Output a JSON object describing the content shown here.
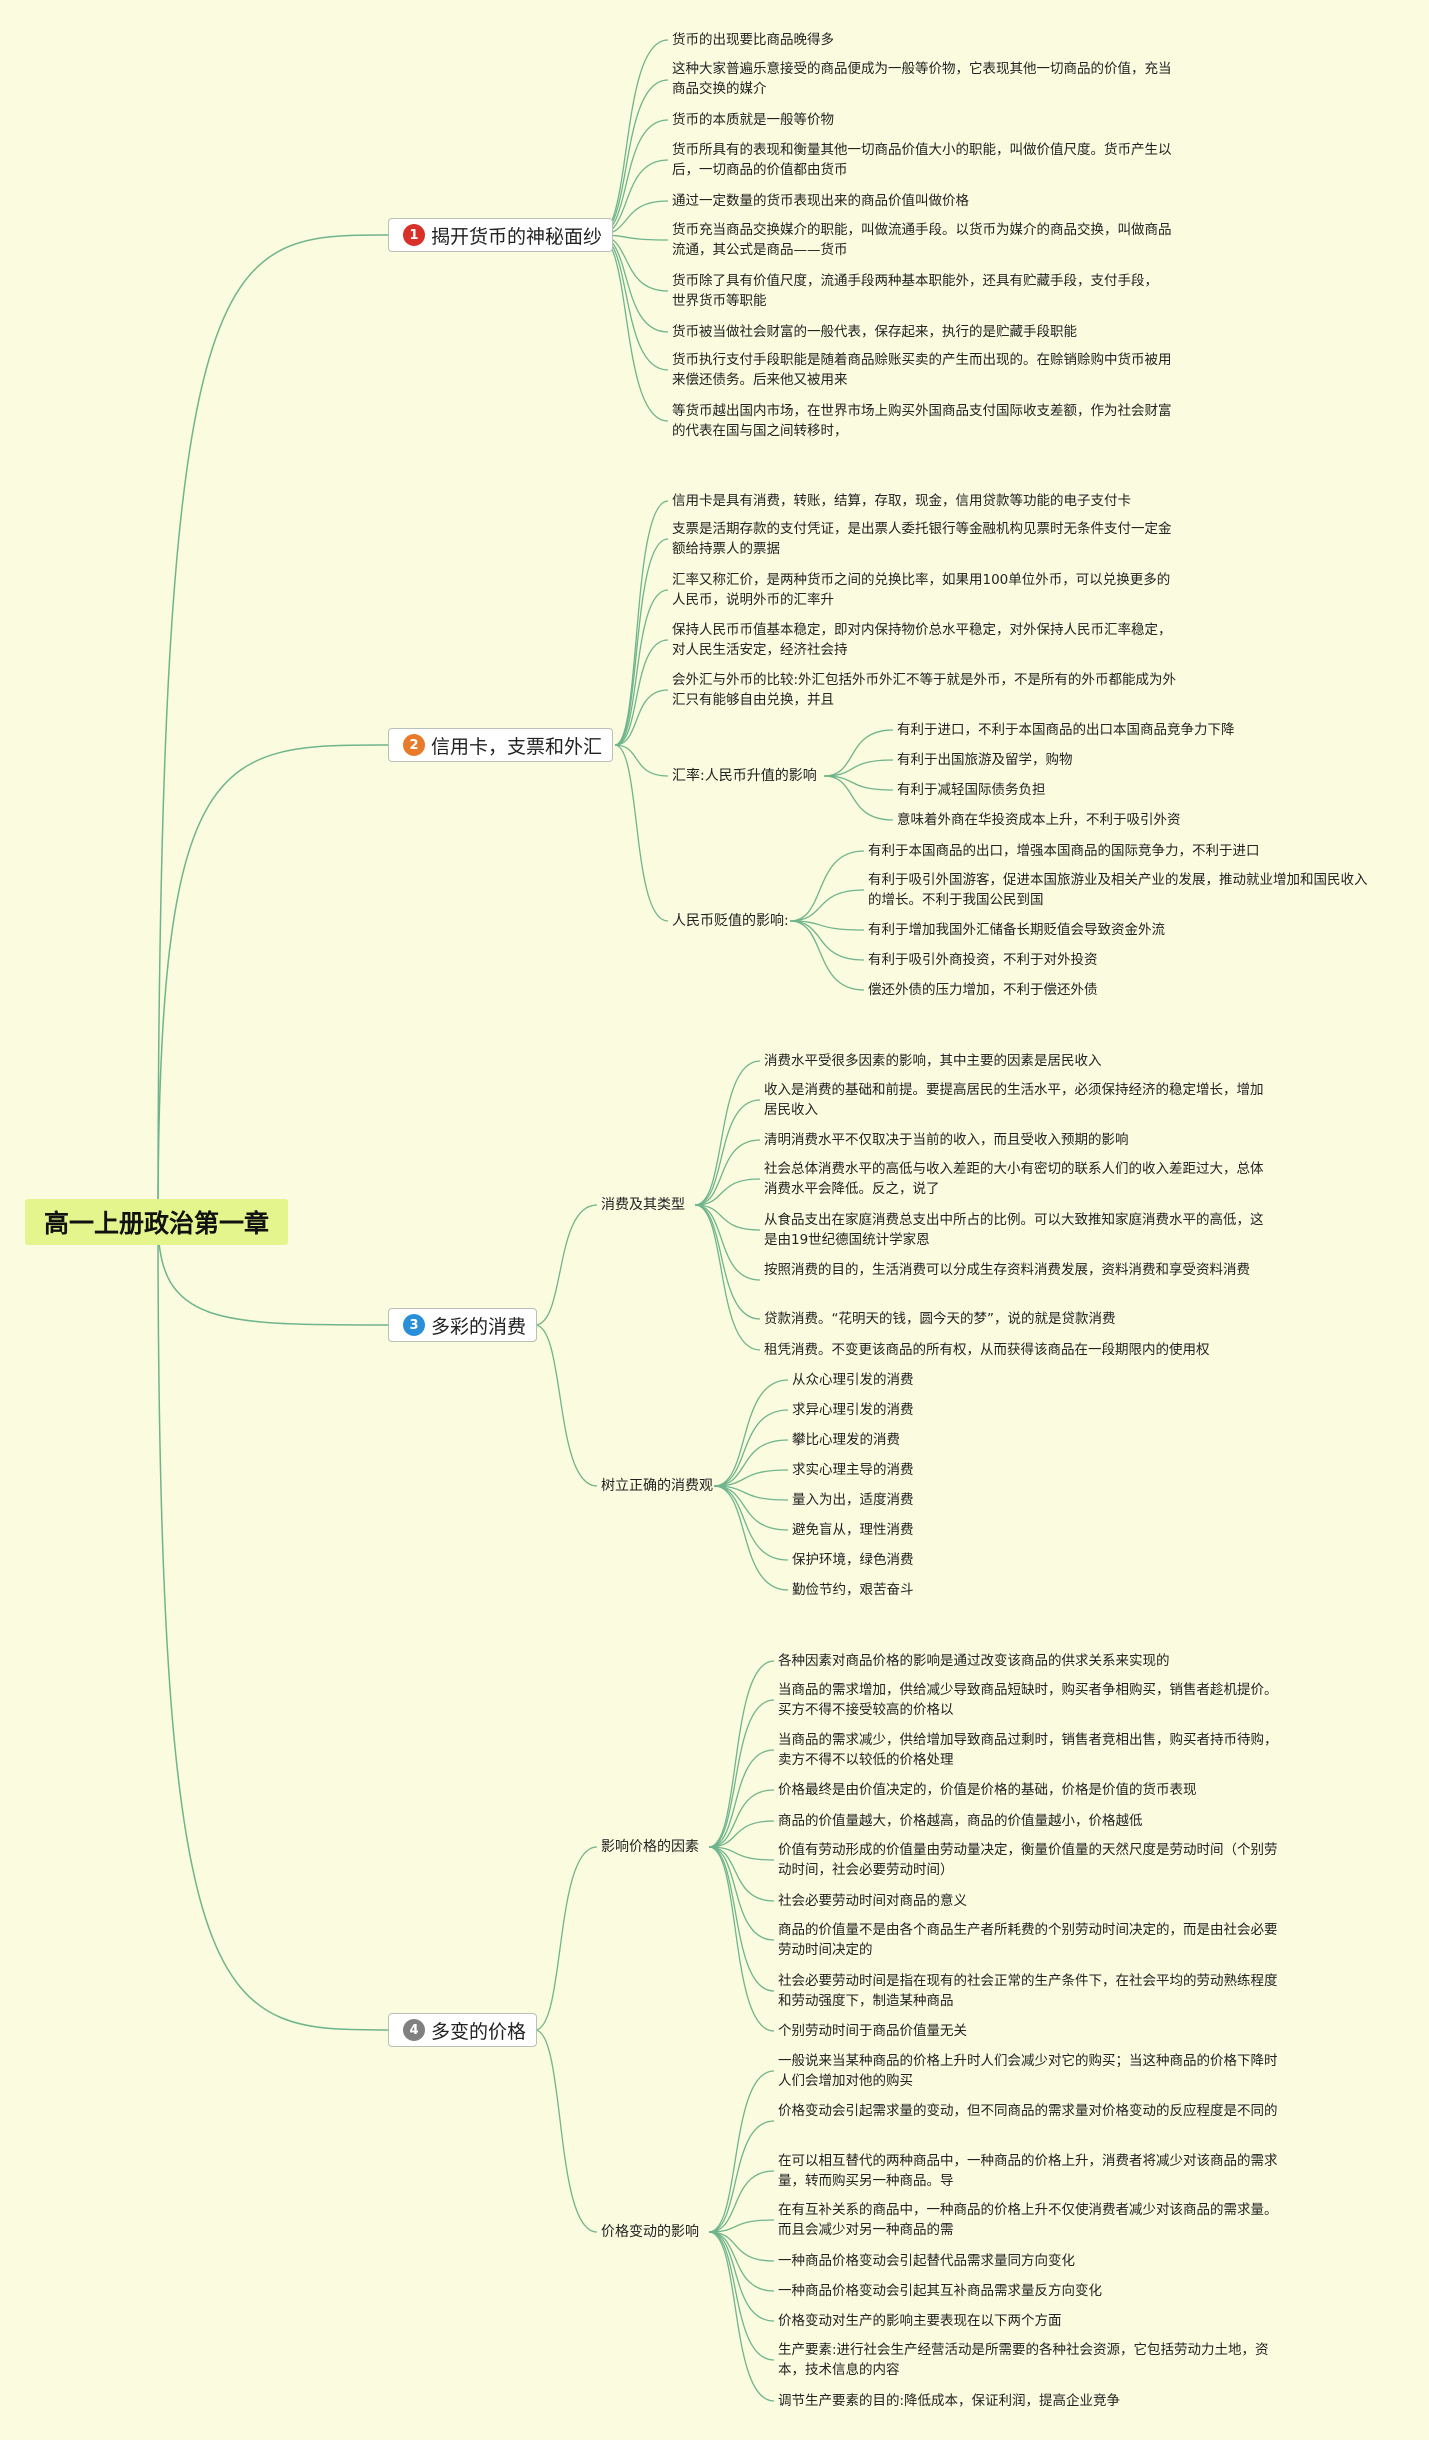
{
  "root": "高一上册政治第一章",
  "colors": {
    "line": "#6fb58c",
    "root_bg": "#e3f58c",
    "badge1": "#d9302a",
    "badge2": "#e87a2a",
    "badge3": "#2a8fd9",
    "badge4": "#808080"
  },
  "sections": [
    {
      "num": "1",
      "title": "揭开货币的神秘面纱",
      "leaves": [
        "货币的出现要比商品晚得多",
        "这种大家普遍乐意接受的商品便成为一般等价物，它表现其他一切商品的价值，充当商品交换的媒介",
        "货币的本质就是一般等价物",
        "货币所具有的表现和衡量其他一切商品价值大小的职能，叫做价值尺度。货币产生以后，一切商品的价值都由货币",
        "通过一定数量的货币表现出来的商品价值叫做价格",
        "货币充当商品交换媒介的职能，叫做流通手段。以货币为媒介的商品交换，叫做商品流通，其公式是商品——货币",
        "货币除了具有价值尺度，流通手段两种基本职能外，还具有贮藏手段，支付手段，世界货币等职能",
        "货币被当做社会财富的一般代表，保存起来，执行的是贮藏手段职能",
        "货币执行支付手段职能是随着商品赊账买卖的产生而出现的。在赊销赊购中货币被用来偿还债务。后来他又被用来",
        "等货币越出国内市场，在世界市场上购买外国商品支付国际收支差额，作为社会财富的代表在国与国之间转移时，"
      ]
    },
    {
      "num": "2",
      "title": "信用卡，支票和外汇",
      "leaves": [
        "信用卡是具有消费，转账，结算，存取，现金，信用贷款等功能的电子支付卡",
        "支票是活期存款的支付凭证，是出票人委托银行等金融机构见票时无条件支付一定金额给持票人的票据",
        "汇率又称汇价，是两种货币之间的兑换比率，如果用100单位外币，可以兑换更多的人民币，说明外币的汇率升",
        "保持人民币币值基本稳定，即对内保持物价总水平稳定，对外保持人民币汇率稳定，对人民生活安定，经济社会持",
        "会外汇与外币的比较:外汇包括外币外汇不等于就是外币，不是所有的外币都能成为外汇只有能够自由兑换，并且"
      ],
      "groups": [
        {
          "title": "汇率:人民币升值的影响",
          "items": [
            "有利于进口，不利于本国商品的出口本国商品竞争力下降",
            "有利于出国旅游及留学，购物",
            "有利于减轻国际债务负担",
            "意味着外商在华投资成本上升，不利于吸引外资"
          ]
        },
        {
          "title": "人民币贬值的影响:",
          "items": [
            "有利于本国商品的出口，增强本国商品的国际竞争力，不利于进口",
            "有利于吸引外国游客，促进本国旅游业及相关产业的发展，推动就业增加和国民收入的增长。不利于我国公民到国",
            "有利于增加我国外汇储备长期贬值会导致资金外流",
            "有利于吸引外商投资，不利于对外投资",
            "偿还外债的压力增加，不利于偿还外债"
          ]
        }
      ]
    },
    {
      "num": "3",
      "title": "多彩的消费",
      "groups": [
        {
          "title": "消费及其类型",
          "items": [
            "消费水平受很多因素的影响，其中主要的因素是居民收入",
            "收入是消费的基础和前提。要提高居民的生活水平，必须保持经济的稳定增长，增加居民收入",
            "清明消费水平不仅取决于当前的收入，而且受收入预期的影响",
            "社会总体消费水平的高低与收入差距的大小有密切的联系人们的收入差距过大，总体消费水平会降低。反之，说了",
            "从食品支出在家庭消费总支出中所占的比例。可以大致推知家庭消费水平的高低，这是由19世纪德国统计学家恩",
            "按照消费的目的，生活消费可以分成生存资料消费发展，资料消费和享受资料消费",
            "贷款消费。“花明天的钱，圆今天的梦”，说的就是贷款消费",
            "租凭消费。不变更该商品的所有权，从而获得该商品在一段期限内的使用权"
          ]
        },
        {
          "title": "树立正确的消费观",
          "items": [
            "从众心理引发的消费",
            "求异心理引发的消费",
            "攀比心理发的消费",
            "求实心理主导的消费",
            "量入为出，适度消费",
            "避免盲从，理性消费",
            "保护环境，绿色消费",
            "勤俭节约，艰苦奋斗"
          ]
        }
      ]
    },
    {
      "num": "4",
      "title": "多变的价格",
      "groups": [
        {
          "title": "影响价格的因素",
          "items": [
            "各种因素对商品价格的影响是通过改变该商品的供求关系来实现的",
            "当商品的需求增加，供给减少导致商品短缺时，购买者争相购买，销售者趁机提价。买方不得不接受较高的价格以",
            "当商品的需求减少，供给增加导致商品过剩时，销售者竞相出售，购买者持币待购，卖方不得不以较低的价格处理",
            "价格最终是由价值决定的，价值是价格的基础，价格是价值的货币表现",
            "商品的价值量越大，价格越高，商品的价值量越小，价格越低",
            "价值有劳动形成的价值量由劳动量决定，衡量价值量的天然尺度是劳动时间（个别劳动时间，社会必要劳动时间）",
            "社会必要劳动时间对商品的意义",
            "商品的价值量不是由各个商品生产者所耗费的个别劳动时间决定的，而是由社会必要劳动时间决定的",
            "社会必要劳动时间是指在现有的社会正常的生产条件下，在社会平均的劳动熟练程度和劳动强度下，制造某种商品",
            "个别劳动时间于商品价值量无关"
          ]
        },
        {
          "title": "价格变动的影响",
          "items": [
            "一般说来当某种商品的价格上升时人们会减少对它的购买；当这种商品的价格下降时人们会增加对他的购买",
            "价格变动会引起需求量的变动，但不同商品的需求量对价格变动的反应程度是不同的",
            "在可以相互替代的两种商品中，一种商品的价格上升，消费者将减少对该商品的需求量，转而购买另一种商品。导",
            "在有互补关系的商品中，一种商品的价格上升不仅使消费者减少对该商品的需求量。而且会减少对另一种商品的需",
            "一种商品价格变动会引起替代品需求量同方向变化",
            "一种商品价格变动会引起其互补商品需求量反方向变化",
            "价格变动对生产的影响主要表现在以下两个方面",
            "生产要素:进行社会生产经营活动是所需要的各种社会资源，它包括劳动力土地，资本，技术信息的内容",
            "调节生产要素的目的:降低成本，保证利润，提高企业竞争"
          ]
        }
      ]
    }
  ]
}
